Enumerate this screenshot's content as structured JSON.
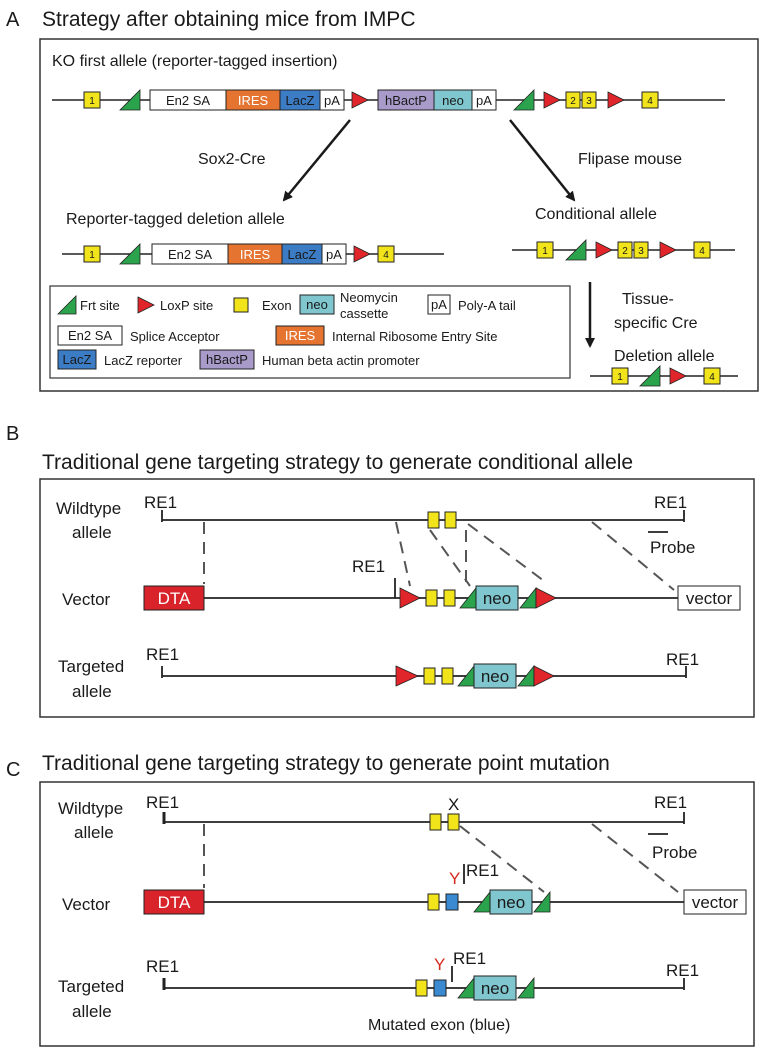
{
  "panel_a": {
    "letter": "A",
    "title": "Strategy after obtaining mice from IMPC",
    "ko_label": "KO first allele (reporter-tagged insertion)",
    "sox2": "Sox2-Cre",
    "flipase": "Flipase mouse",
    "reporter_deletion": "Reporter-tagged deletion allele",
    "conditional": "Conditional allele",
    "tissue_line1": "Tissue-",
    "tissue_line2": "specific Cre",
    "deletion": "Deletion allele",
    "exon_1": "1",
    "exon_2": "2",
    "exon_3": "3",
    "exon_4": "4",
    "box_en2": "En2 SA",
    "box_ires": "IRES",
    "box_lacz": "LacZ",
    "box_pa": "pA",
    "box_hbactp": "hBactP",
    "box_neo": "neo",
    "legend": {
      "frt": "Frt site",
      "loxp": "LoxP site",
      "exon": "Exon",
      "neo_line1": "Neomycin",
      "neo_line2": "cassette",
      "pa": "Poly-A tail",
      "en2": "Splice Acceptor",
      "ires": "Internal Ribosome Entry Site",
      "lacz": "LacZ reporter",
      "hbactp": "Human beta actin promoter"
    }
  },
  "panel_b": {
    "letter": "B",
    "title": "Traditional gene targeting strategy to generate conditional allele",
    "wt_line1": "Wildtype",
    "wt_line2": "allele",
    "vector": "Vector",
    "targeted_line1": "Targeted",
    "targeted_line2": "allele",
    "re1": "RE1",
    "probe": "Probe",
    "dta": "DTA",
    "vector_box": "vector",
    "neo": "neo"
  },
  "panel_c": {
    "letter": "C",
    "title": "Traditional gene targeting strategy to generate point mutation",
    "wt_line1": "Wildtype",
    "wt_line2": "allele",
    "vector": "Vector",
    "targeted_line1": "Targeted",
    "targeted_line2": "allele",
    "re1": "RE1",
    "probe": "Probe",
    "dta": "DTA",
    "vector_box": "vector",
    "neo": "neo",
    "x_mark": "X",
    "y_mark": "Y",
    "mutated": "Mutated exon (blue)"
  },
  "colors": {
    "frt": "#2ba24c",
    "loxp": "#e0262b",
    "exon": "#f2e41a",
    "neo": "#7fc6cf",
    "ires": "#e57431",
    "lacz": "#3b7cc4",
    "hbactp": "#a99bc9",
    "dta": "#d8232a",
    "mutated_exon": "#3a8ad1"
  }
}
